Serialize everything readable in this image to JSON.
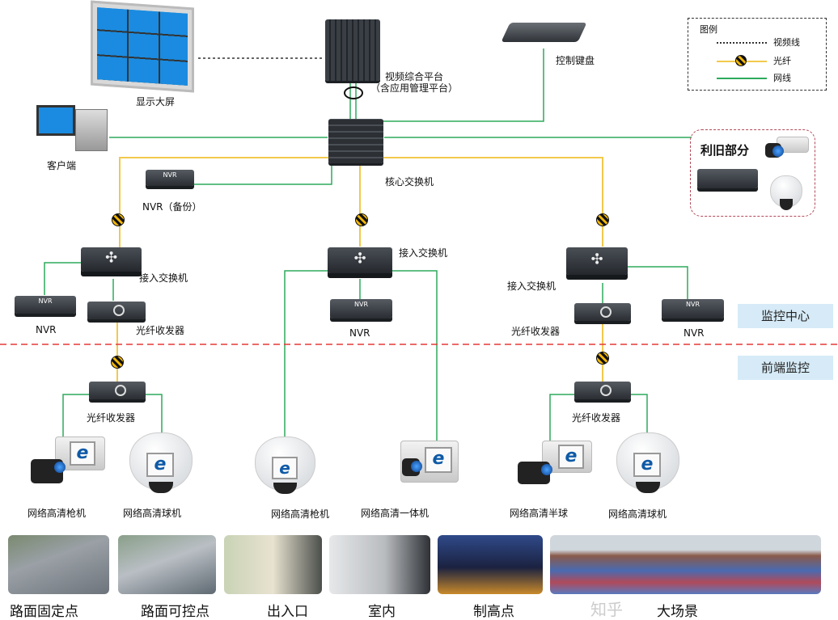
{
  "legend": {
    "title": "图例",
    "items": [
      {
        "label": "视频线",
        "style": "dotted",
        "color": "#333333"
      },
      {
        "label": "光纤",
        "style": "fiber",
        "color": "#f2c94c"
      },
      {
        "label": "网线",
        "style": "solid",
        "color": "#2eaa5c"
      }
    ]
  },
  "nodes": {
    "video_wall": "显示大屏",
    "platform_line1": "视频综合平台",
    "platform_line2": "（含应用管理平台）",
    "keyboard": "控制键盘",
    "client": "客户端",
    "core_switch": "核心交换机",
    "nvr_backup": "NVR（备份）",
    "reuse": "利旧部分",
    "access_switch_left": "接入交换机",
    "access_switch_center": "接入交换机",
    "access_switch_right": "接入交换机",
    "nvr_left": "NVR",
    "nvr_center": "NVR",
    "nvr_right": "NVR",
    "nvr_device_text": "NVR",
    "trx_left_center": "光纤收发器",
    "trx_right_center": "光纤收发器",
    "trx_left_front": "光纤收发器",
    "trx_right_front": "光纤收发器"
  },
  "zones": {
    "center": "监控中心",
    "front": "前端监控"
  },
  "cameras": [
    "网络高清枪机",
    "网络高清球机",
    "网络高清枪机",
    "网络高清一体机",
    "网络高清半球",
    "网络高清球机"
  ],
  "scenes": [
    "路面固定点",
    "路面可控点",
    "出入口",
    "室内",
    "制高点",
    "大场景"
  ],
  "watermark": "知乎",
  "colors": {
    "fiber": "#f2c94c",
    "network": "#2eaa5c",
    "divider": "#e53935",
    "zone_bg": "#d6ebf7"
  }
}
